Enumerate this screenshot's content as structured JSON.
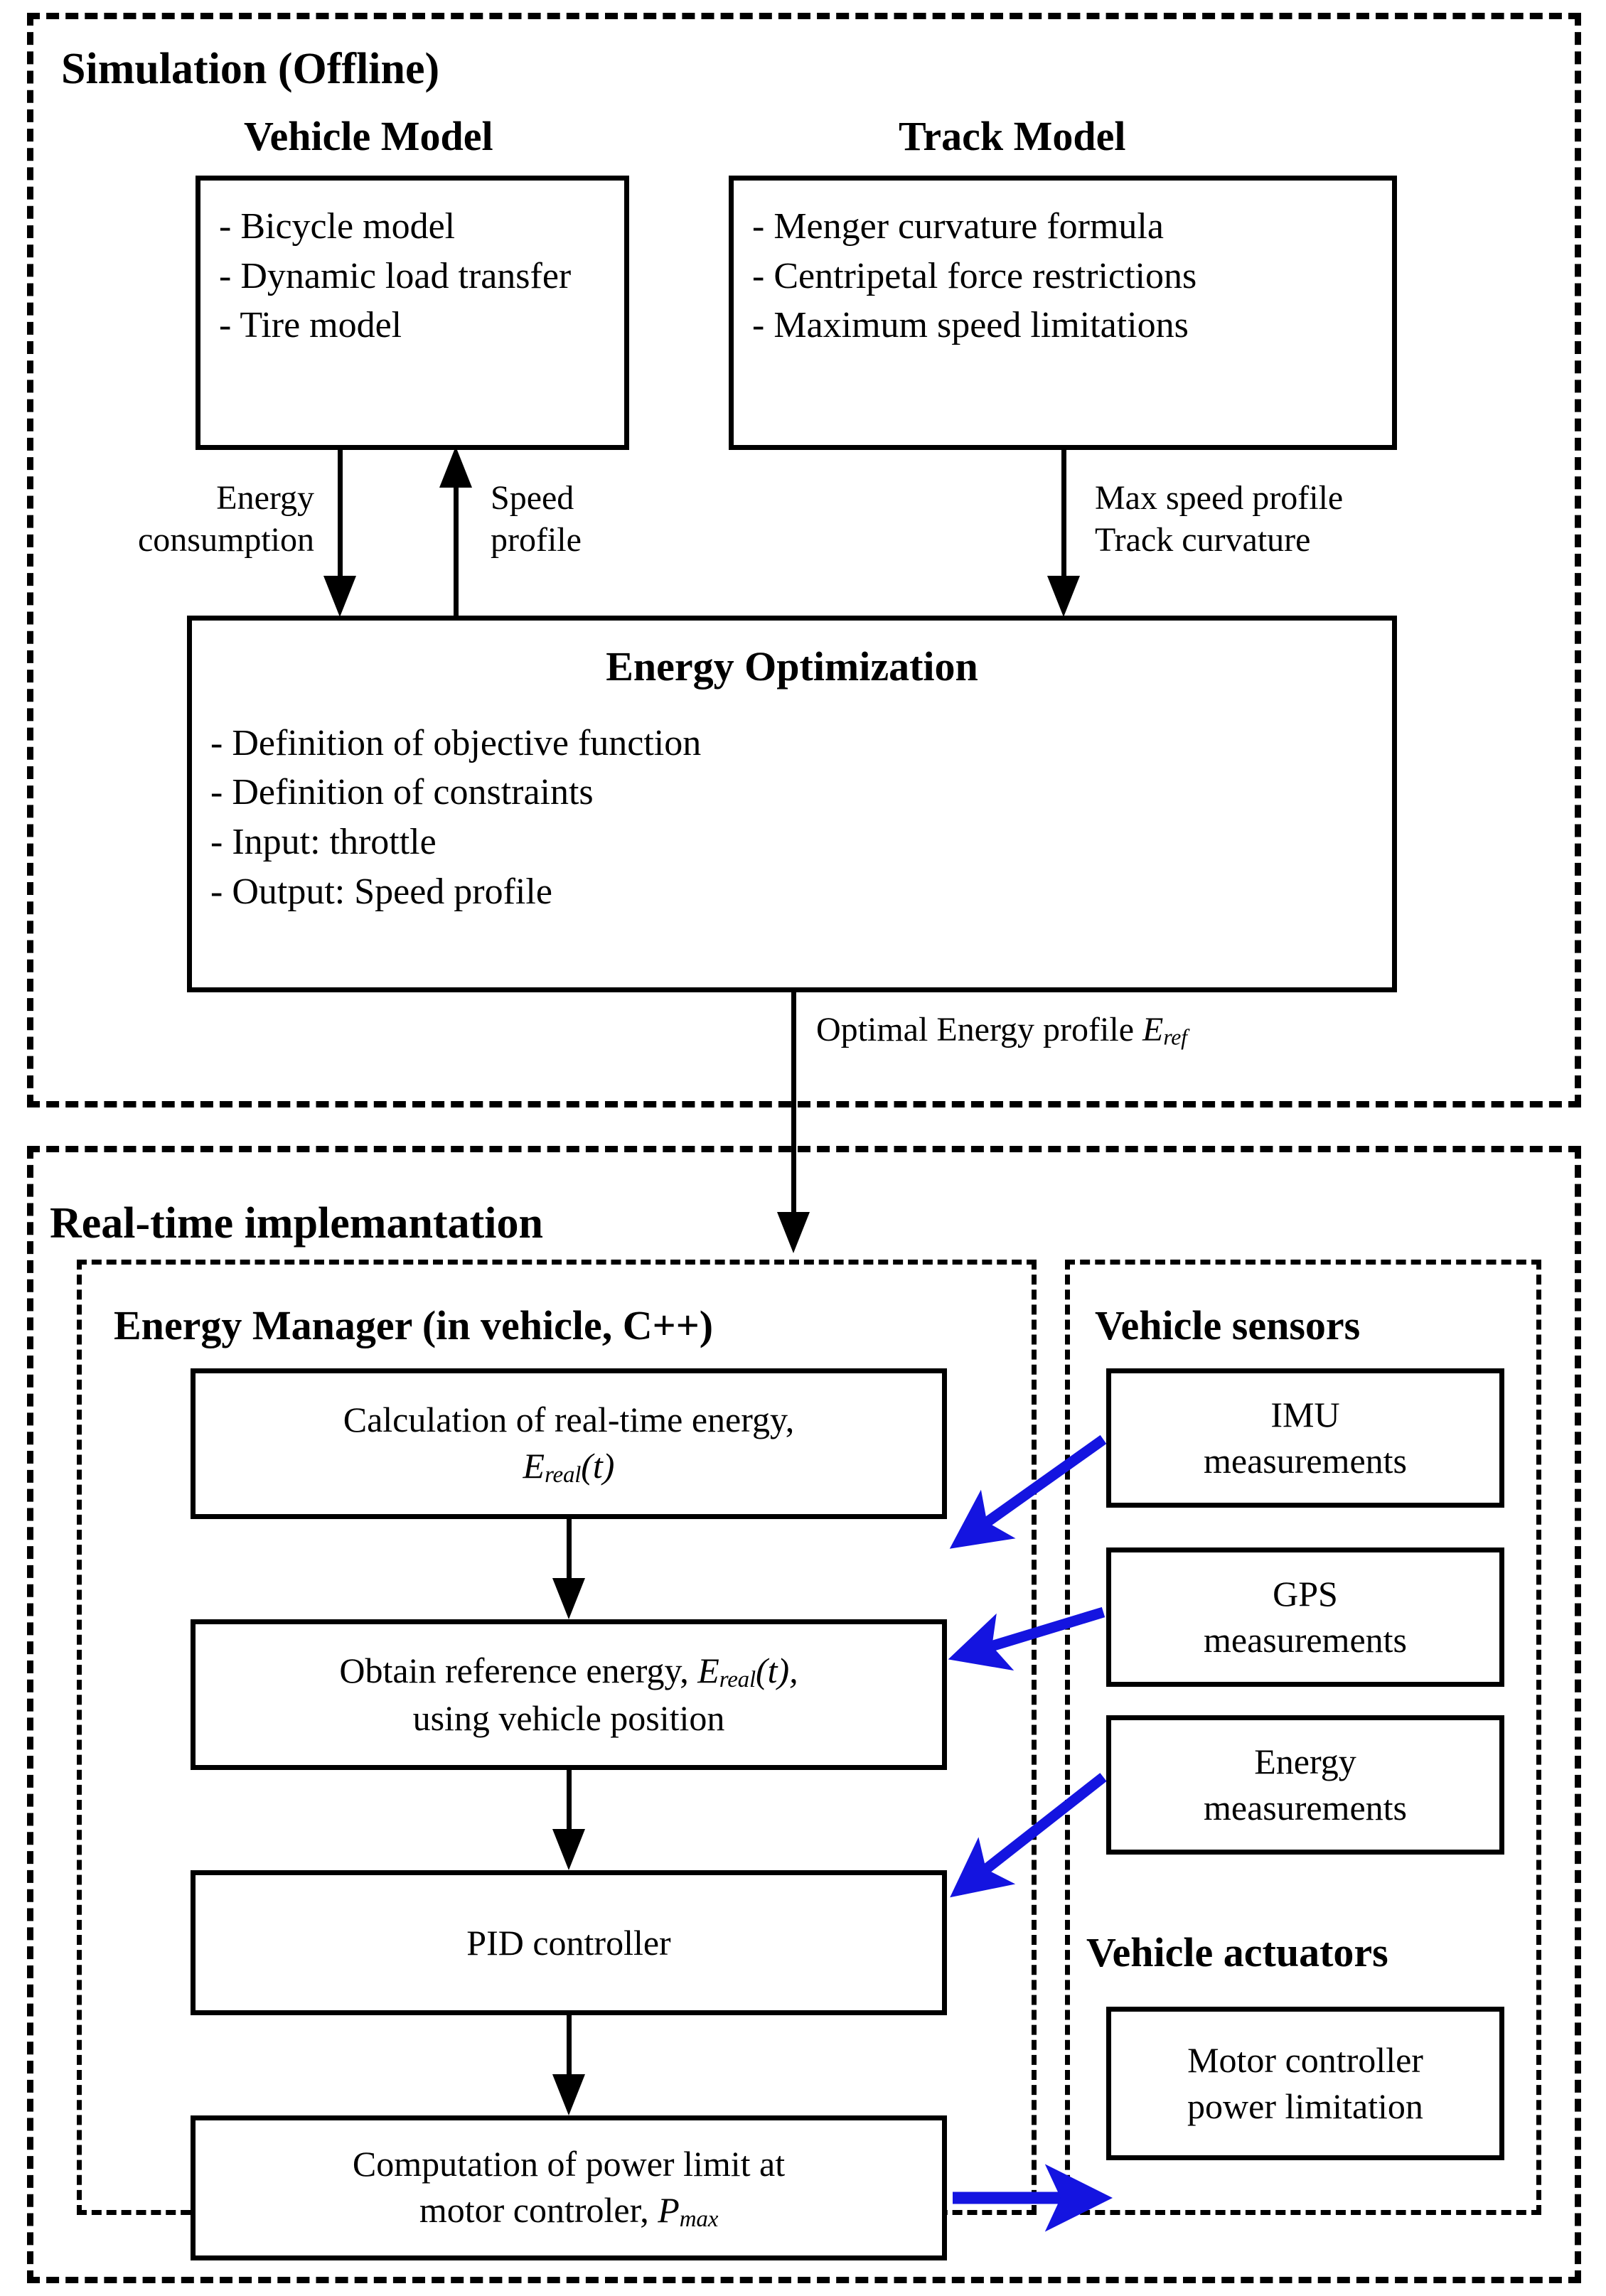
{
  "diagram": {
    "title": "Energy management architecture",
    "accent_color": "#1414E0",
    "line_color": "#000000",
    "background": "#FFFFFF"
  },
  "simulation": {
    "group_title": "Simulation (Offline)",
    "vehicle_model": {
      "heading": "Vehicle Model",
      "items": [
        "- Bicycle model",
        "- Dynamic load transfer",
        "- Tire model"
      ]
    },
    "track_model": {
      "heading": "Track Model",
      "items": [
        "- Menger curvature formula",
        "- Centripetal force restrictions",
        "- Maximum speed limitations"
      ]
    },
    "energy_optimization": {
      "heading": "Energy Optimization",
      "items": [
        "- Definition of objective function",
        "- Definition of constraints",
        "- Input: throttle",
        "- Output: Speed profile"
      ]
    },
    "edge_labels": {
      "energy_consumption": "Energy\nconsumption",
      "speed_profile": "Speed\nprofile",
      "track_outputs": "Max speed profile\nTrack curvature"
    }
  },
  "bridge": {
    "label_prefix": "Optimal Energy profile ",
    "label_symbol": "E",
    "label_subscript": "ref"
  },
  "realtime": {
    "group_title": "Real-time implemantation",
    "energy_manager": {
      "group_title": "Energy Manager (in vehicle, C++)",
      "steps": [
        {
          "name": "calculate-real-time-energy",
          "line1": "Calculation of real-time energy,",
          "line2_symbol": "E",
          "line2_subscript": "real",
          "line2_suffix": "(t)"
        },
        {
          "name": "obtain-reference-energy",
          "line1_prefix": "Obtain reference energy, ",
          "line1_symbol": "E",
          "line1_subscript": "real",
          "line1_suffix": "(t),",
          "line2": "using vehicle position"
        },
        {
          "name": "pid-controller",
          "line1": "PID controller"
        },
        {
          "name": "computation-of-power-limit",
          "line1": "Computation of power limit at",
          "line2_prefix": "motor controler, ",
          "line2_symbol": "P",
          "line2_subscript": "max"
        }
      ]
    },
    "vehicle_sensors": {
      "group_title": "Vehicle sensors",
      "items": [
        "IMU\nmeasurements",
        "GPS\nmeasurements",
        "Energy\nmeasurements"
      ]
    },
    "vehicle_actuators": {
      "group_title": "Vehicle actuators",
      "items": [
        "Motor controller\npower limitation"
      ]
    }
  },
  "chart_data": {
    "type": "diagram",
    "title": "Energy management architecture: offline simulation and real-time implementation",
    "nodes": [
      {
        "id": "vehicle-model",
        "label": "Vehicle Model",
        "group": "Simulation (Offline)"
      },
      {
        "id": "track-model",
        "label": "Track Model",
        "group": "Simulation (Offline)"
      },
      {
        "id": "energy-optimization",
        "label": "Energy Optimization",
        "group": "Simulation (Offline)"
      },
      {
        "id": "calculate-real-time-energy",
        "label": "Calculation of real-time energy, Ereal(t)",
        "group": "Energy Manager (in vehicle, C++)"
      },
      {
        "id": "obtain-reference-energy",
        "label": "Obtain reference energy, Ereal(t), using vehicle position",
        "group": "Energy Manager (in vehicle, C++)"
      },
      {
        "id": "pid-controller",
        "label": "PID controller",
        "group": "Energy Manager (in vehicle, C++)"
      },
      {
        "id": "computation-of-power-limit",
        "label": "Computation of power limit at motor controler, Pmax",
        "group": "Energy Manager (in vehicle, C++)"
      },
      {
        "id": "imu",
        "label": "IMU measurements",
        "group": "Vehicle sensors"
      },
      {
        "id": "gps",
        "label": "GPS measurements",
        "group": "Vehicle sensors"
      },
      {
        "id": "energy-meas",
        "label": "Energy measurements",
        "group": "Vehicle sensors"
      },
      {
        "id": "motor-controller",
        "label": "Motor controller power limitation",
        "group": "Vehicle actuators"
      }
    ],
    "edges": [
      {
        "from": "vehicle-model",
        "to": "energy-optimization",
        "label": "Energy consumption",
        "color": "#000000"
      },
      {
        "from": "energy-optimization",
        "to": "vehicle-model",
        "label": "Speed profile",
        "color": "#000000"
      },
      {
        "from": "track-model",
        "to": "energy-optimization",
        "label": "Max speed profile / Track curvature",
        "color": "#000000"
      },
      {
        "from": "energy-optimization",
        "to": "calculate-real-time-energy",
        "label": "Optimal Energy profile Eref",
        "color": "#000000"
      },
      {
        "from": "calculate-real-time-energy",
        "to": "obtain-reference-energy",
        "label": "",
        "color": "#000000"
      },
      {
        "from": "obtain-reference-energy",
        "to": "pid-controller",
        "label": "",
        "color": "#000000"
      },
      {
        "from": "pid-controller",
        "to": "computation-of-power-limit",
        "label": "",
        "color": "#000000"
      },
      {
        "from": "imu",
        "to": "calculate-real-time-energy",
        "label": "",
        "color": "#1414E0"
      },
      {
        "from": "gps",
        "to": "obtain-reference-energy",
        "label": "",
        "color": "#1414E0"
      },
      {
        "from": "energy-meas",
        "to": "pid-controller",
        "label": "",
        "color": "#1414E0"
      },
      {
        "from": "computation-of-power-limit",
        "to": "motor-controller",
        "label": "",
        "color": "#1414E0"
      }
    ]
  }
}
